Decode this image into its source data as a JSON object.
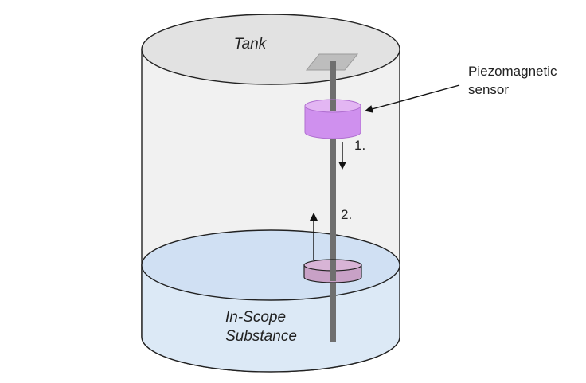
{
  "diagram": {
    "tank_label": "Tank",
    "substance_label_line1": "In-Scope",
    "substance_label_line2": "Substance",
    "sensor_label_line1": "Piezomagnetic",
    "sensor_label_line2": "sensor",
    "step1_label": "1.",
    "step2_label": "2."
  },
  "colors": {
    "tank_body": "#f1f1f1",
    "tank_top": "#e2e2e2",
    "liquid_body": "#dce9f6",
    "liquid_surface": "#d0e0f3",
    "rod": "#6f6f6f",
    "sensor_top": "#e3b6f3",
    "sensor_side": "#cf90ee",
    "float_top": "#d8b4d6",
    "float_side": "#c8a1c6",
    "stroke": "#222222"
  }
}
